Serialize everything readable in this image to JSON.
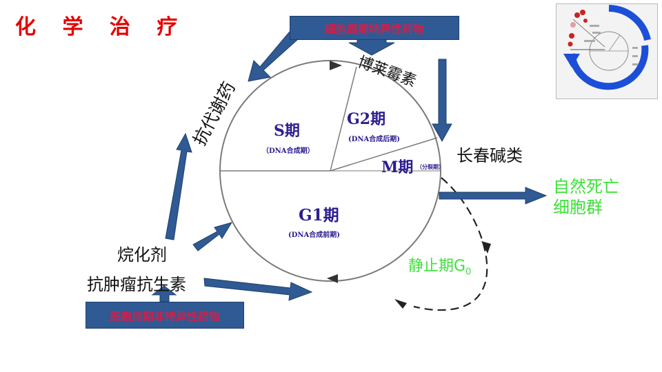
{
  "title": "化 学 治 疗",
  "phases": {
    "s": {
      "label": "S期",
      "sub": "（DNA合成期）"
    },
    "g2": {
      "label": "G2期",
      "sub": "(DNA合成后期)"
    },
    "m": {
      "label": "M期",
      "sub": "（分裂期）"
    },
    "g1": {
      "label": "G1期",
      "sub": "(DNA合成前期)"
    },
    "g0": {
      "label": "静止期G",
      "sub": "0"
    }
  },
  "drug_groups": {
    "specific": "细胞周期特异性药物",
    "nonspecific": "细胞周期非特异性药物"
  },
  "labels": {
    "antimetabolite": "抗代谢药",
    "bleomycin": "博莱霉素",
    "vinca": "长春碱类",
    "natural_death": [
      "自然死亡",
      "细胞群"
    ],
    "alkylating": "烷化剂",
    "antitumor_antibiotic": "抗肿瘤抗生素"
  },
  "colors": {
    "arrow_blue": "#2f5a93",
    "title_red": "#e60000",
    "box_text": "#d11f4b",
    "phase_text": "#2b1d8f",
    "green_text": "#3fe03a",
    "thumb_ring": "#1c4fd8"
  },
  "icons": {
    "thumbnail": "cell-cycle-thumbnail-icon"
  }
}
